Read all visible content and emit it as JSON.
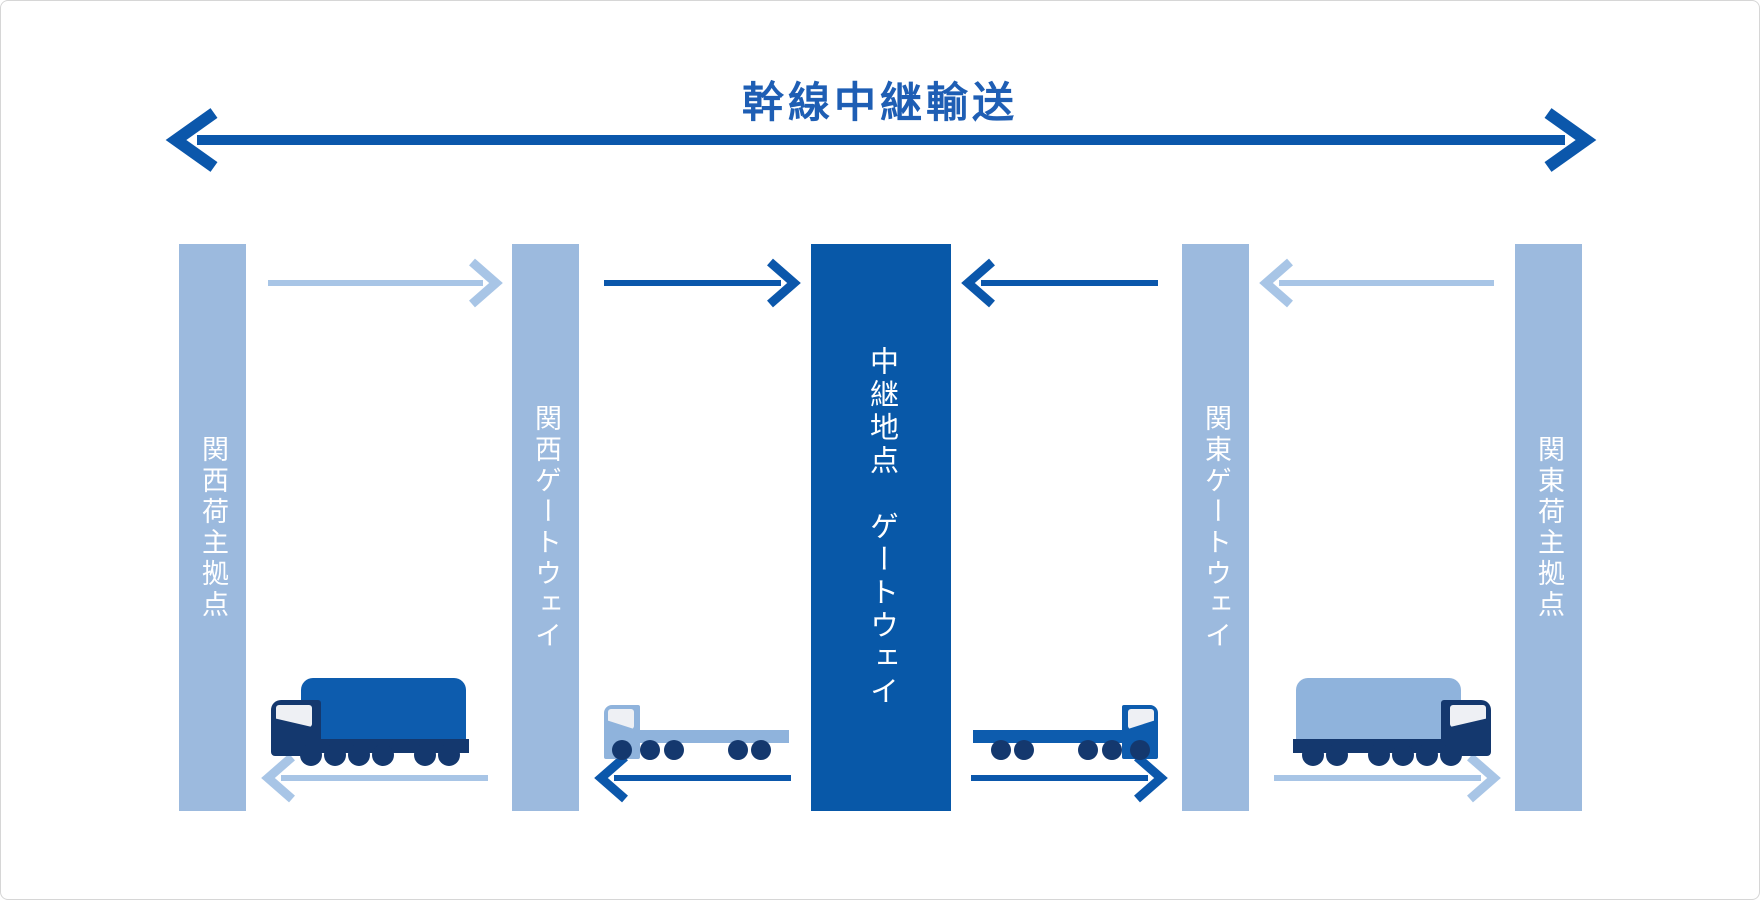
{
  "title": "幹線中継輸送",
  "bars": [
    {
      "id": "kansai-shipper-base",
      "label": "関西荷主拠点",
      "color": "#9cbade",
      "text_color": "#ffffff"
    },
    {
      "id": "kansai-gateway",
      "label": "関西ゲートウェイ",
      "color": "#9cbade",
      "text_color": "#ffffff"
    },
    {
      "id": "relay-point-gateway",
      "label": "中継地点　ゲートウェイ",
      "color": "#0858a8",
      "text_color": "#ffffff"
    },
    {
      "id": "kanto-gateway",
      "label": "関東ゲートウェイ",
      "color": "#9cbade",
      "text_color": "#ffffff"
    },
    {
      "id": "kanto-shipper-base",
      "label": "関東荷主拠点",
      "color": "#9cbade",
      "text_color": "#ffffff"
    }
  ],
  "flows": {
    "main": {
      "label": "幹線中継輸送",
      "direction": "both",
      "style": "dark"
    },
    "top": [
      {
        "from": "kansai-shipper-base",
        "to": "kansai-gateway",
        "direction": "right",
        "style": "light"
      },
      {
        "from": "kansai-gateway",
        "to": "relay-point-gateway",
        "direction": "right",
        "style": "dark"
      },
      {
        "from": "kanto-gateway",
        "to": "relay-point-gateway",
        "direction": "left",
        "style": "dark"
      },
      {
        "from": "kanto-shipper-base",
        "to": "kanto-gateway",
        "direction": "left",
        "style": "light"
      }
    ],
    "bottom": [
      {
        "from": "kansai-gateway",
        "to": "kansai-shipper-base",
        "direction": "left",
        "style": "light"
      },
      {
        "from": "relay-point-gateway",
        "to": "kansai-gateway",
        "direction": "left",
        "style": "dark"
      },
      {
        "from": "relay-point-gateway",
        "to": "kanto-gateway",
        "direction": "right",
        "style": "dark"
      },
      {
        "from": "kanto-gateway",
        "to": "kanto-shipper-base",
        "direction": "right",
        "style": "light"
      }
    ]
  },
  "trucks": [
    {
      "id": "box-truck-kansai",
      "type": "box-truck",
      "facing": "left",
      "body_color": "#0d5cae"
    },
    {
      "id": "flatbed-truck-kansai",
      "type": "flatbed",
      "facing": "left",
      "body_color": "#8fb3dc"
    },
    {
      "id": "flatbed-truck-kanto",
      "type": "flatbed",
      "facing": "right",
      "body_color": "#0d5cae"
    },
    {
      "id": "box-truck-kanto",
      "type": "box-truck",
      "facing": "right",
      "body_color": "#8fb3dc"
    }
  ],
  "palette": {
    "title_text": "#1e5eb4",
    "dark_arrow": "#0b57ab",
    "light_arrow": "#a8c5e6",
    "dark_bar": "#0858a8",
    "light_bar": "#9cbade",
    "truck_navy": "#14386e",
    "truck_blue": "#0d5cae",
    "truck_light_blue": "#8fb3dc",
    "background": "#ffffff"
  }
}
